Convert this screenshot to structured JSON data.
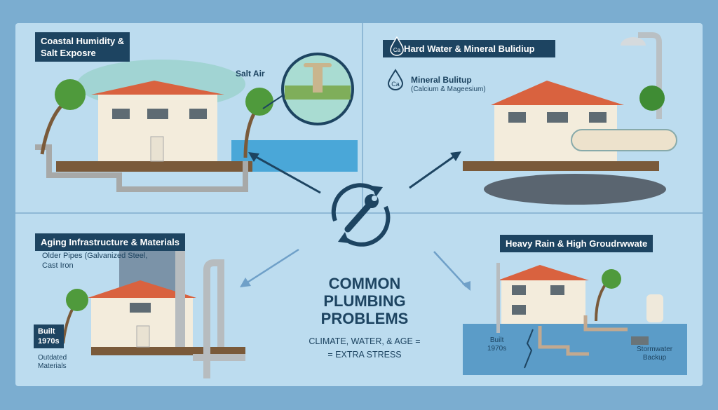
{
  "center": {
    "title_lines": [
      "COMMON",
      "PLUMBING",
      "PROBLEMS"
    ],
    "subtitle_lines": [
      "CLIMATE, WATER, & AGE =",
      "= EXTRA STRESS"
    ],
    "icon": "wrench-cycle-icon"
  },
  "coastal": {
    "label_lines": [
      "Coastal Humidity &",
      "Salt Exposre"
    ],
    "salt_air": "Salt Air"
  },
  "hard_water": {
    "label": "Hard Water & Mineral Bulidiup",
    "badge": "Ca",
    "mineral_title": "Mineral Bulitup",
    "mineral_detail": "(Calcium & Mageesium)"
  },
  "aging": {
    "label": "Aging Infrastructure & Materials",
    "pipes_lines": [
      "Older Pipes (Galvanized Steel,",
      "Cast Iron"
    ],
    "built_lines": [
      "Built",
      "1970s"
    ],
    "outdated_lines": [
      "Outdated",
      "Materials"
    ]
  },
  "rain": {
    "label": "Heavy Rain & High Groudrwwate",
    "built_lines": [
      "Built",
      "1970s"
    ],
    "backup_lines": [
      "Stormwater",
      "Backup"
    ]
  },
  "colors": {
    "navy": "#1d4461",
    "panel": "#bcdcef",
    "frame": "#7badd0",
    "roof": "#d9623f",
    "water": "#5b9cc8"
  }
}
